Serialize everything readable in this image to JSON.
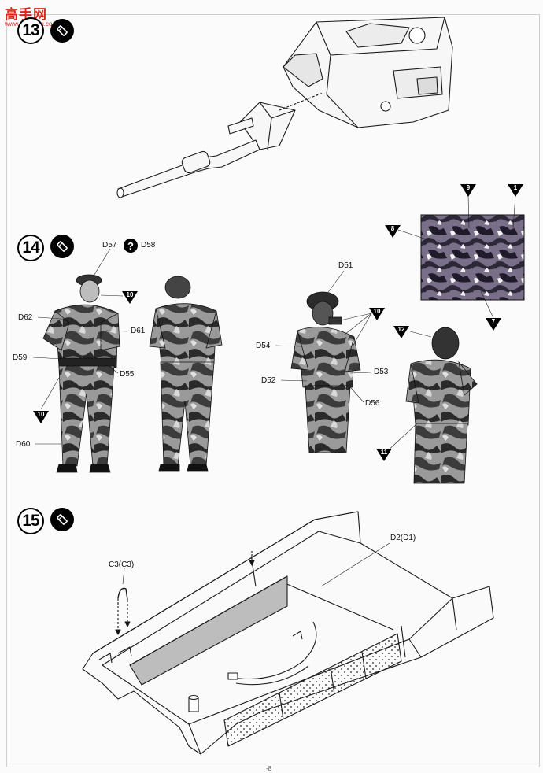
{
  "watermark": {
    "brand": "高手网",
    "url": "www.gaoshou.com"
  },
  "steps": [
    {
      "number": "13"
    },
    {
      "number": "14"
    },
    {
      "number": "15"
    }
  ],
  "step14": {
    "parts": {
      "d57": "D57",
      "d58": "D58",
      "d62": "D62",
      "d61": "D61",
      "d59": "D59",
      "d55": "D55",
      "d60": "D60",
      "d51": "D51",
      "d54": "D54",
      "d53": "D53",
      "d52": "D52",
      "d56": "D56"
    },
    "color_callouts": {
      "c10a": "10",
      "c10b": "10",
      "c10c": "10",
      "c12": "12",
      "c11": "11",
      "c9": "9",
      "c1": "1",
      "c8": "8",
      "c7": "7"
    },
    "question_mark": "?"
  },
  "step15": {
    "parts": {
      "d2": "D2(D1)",
      "c3": "C3(C3)"
    }
  },
  "page_number": "-8"
}
